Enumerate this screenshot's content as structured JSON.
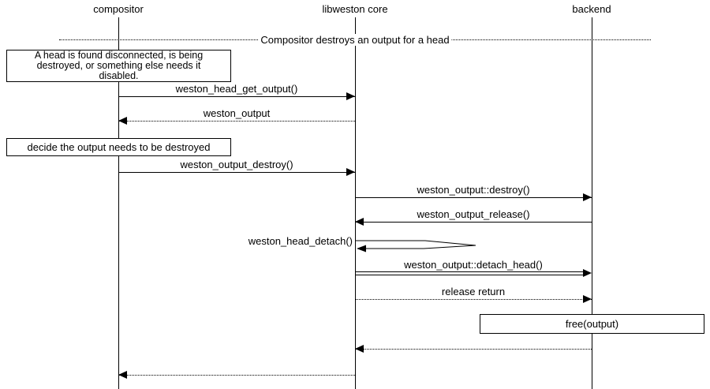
{
  "diagram_title": "Compositor destroys an output for a head",
  "participants": [
    {
      "name": "compositor"
    },
    {
      "name": "libweston core"
    },
    {
      "name": "backend"
    }
  ],
  "divider": {
    "label": "Compositor destroys an output for a head"
  },
  "notes": [
    {
      "text": "A head is found disconnected, is being destroyed, or something else needs it disabled.",
      "over": "compositor"
    },
    {
      "text": "decide the output needs to be destroyed",
      "over": "compositor"
    },
    {
      "text": "free(output)",
      "over": "backend"
    }
  ],
  "messages": [
    {
      "label": "weston_head_get_output()",
      "from": "compositor",
      "to": "libweston core",
      "style": "solid"
    },
    {
      "label": "weston_output",
      "from": "libweston core",
      "to": "compositor",
      "style": "dotted"
    },
    {
      "label": "weston_output_destroy()",
      "from": "compositor",
      "to": "libweston core",
      "style": "solid"
    },
    {
      "label": "weston_output::destroy()",
      "from": "libweston core",
      "to": "backend",
      "style": "solid"
    },
    {
      "label": "weston_output_release()",
      "from": "backend",
      "to": "libweston core",
      "style": "solid"
    },
    {
      "label": "weston_head_detach()",
      "from": "libweston core",
      "to": "libweston core",
      "style": "self"
    },
    {
      "label": "weston_output::detach_head()",
      "from": "libweston core",
      "to": "backend",
      "style": "double"
    },
    {
      "label": "release return",
      "from": "libweston core",
      "to": "backend",
      "style": "dotted"
    },
    {
      "label": "",
      "from": "backend",
      "to": "libweston core",
      "style": "dotted"
    },
    {
      "label": "",
      "from": "libweston core",
      "to": "compositor",
      "style": "dotted"
    }
  ]
}
